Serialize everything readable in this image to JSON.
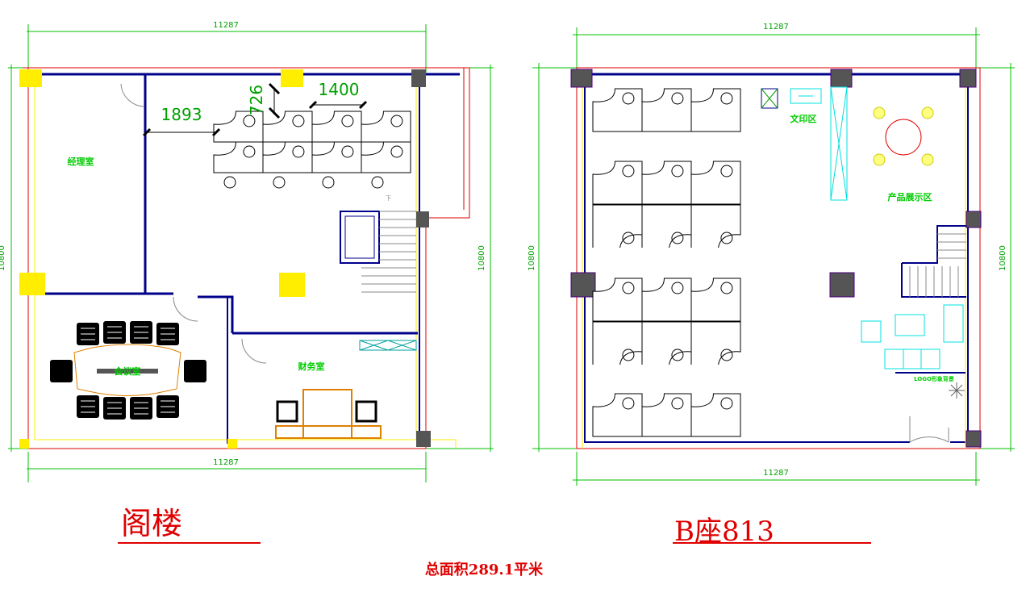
{
  "plans": [
    {
      "name": "阁楼",
      "dims": {
        "top": "11287",
        "bottom": "11287",
        "left": "10800",
        "right": "10800"
      },
      "inner_dims": [
        "1893",
        "726",
        "1400"
      ],
      "rooms": {
        "manager": "经理室",
        "meeting": "会议室",
        "finance": "财务室"
      },
      "stair_mark": "下"
    },
    {
      "name": "B座813",
      "dims": {
        "top": "11287",
        "bottom": "11287",
        "left": "10800",
        "right": "10800"
      },
      "rooms": {
        "print": "文印区",
        "showroom": "产品展示区",
        "logo": "LOGO形象背景"
      }
    }
  ],
  "total_area": "总面积289.1平米",
  "colors": {
    "wall": "#00008b",
    "outline": "#e00000",
    "dim": "#00c000",
    "column": "#555555",
    "accent": "#ffee00",
    "furniture": "#00e0e0",
    "label": "#00cc00"
  }
}
